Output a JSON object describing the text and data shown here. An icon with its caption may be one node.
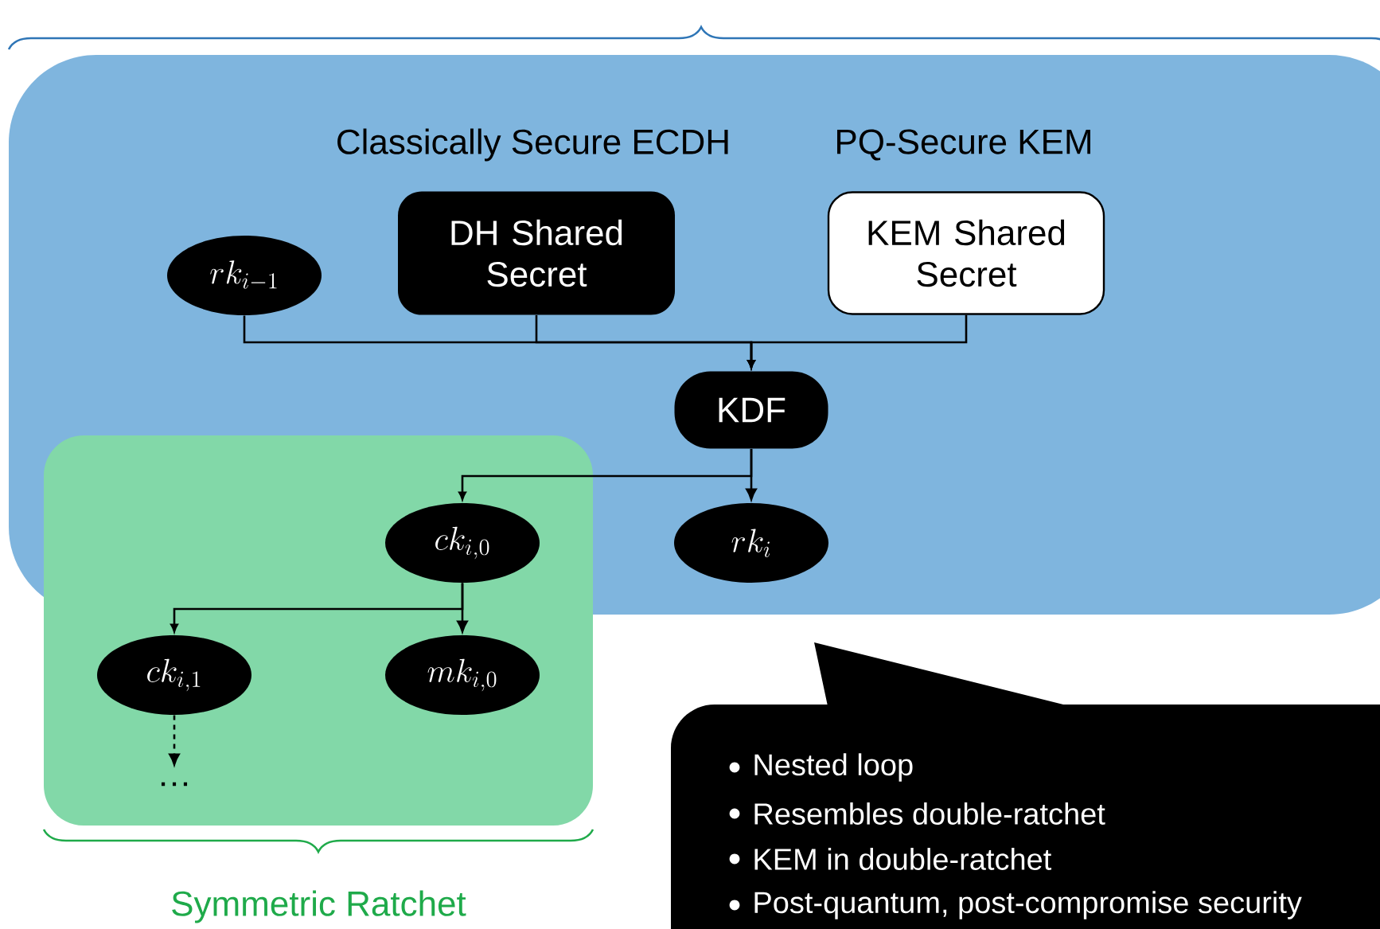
{
  "diagram": {
    "nodes": [
      {
        "text": [],
        "shape": "box"
      },
      {
        "text": [
          "rk_{i-1}"
        ],
        "in": 0
      },
      {
        "text": [
          "DH Shared Secret"
        ],
        "in": 0,
        "beside": [
          "Classically Secure ECDH"
        ]
      },
      {
        "text": [
          "KEM Shared Secret"
        ],
        "in": 0,
        "beside": [
          "PQ-Secure KEM"
        ]
      },
      {
        "text": [
          "KDF"
        ],
        "in": 0
      },
      {
        "text": [],
        "shape": "box"
      },
      {
        "text": [
          "ck_{i,0}"
        ]
      },
      {
        "text": [
          "rk_{i}"
        ],
        "in": 0
      },
      {
        "text": [
          "ck_{i,1}"
        ],
        "in": 5
      },
      {
        "text": [
          "mk_{i,0}"
        ],
        "in": 5
      },
      {
        "text": [
          "…"
        ],
        "in": 5
      },
      {
        "text": [
          "Nested loop",
          "Resembles double-ratchet",
          "KEM in double-ratchet",
          "Post-quantum, post-compromise security"
        ]
      }
    ],
    "edges": [
      {
        "from": 1,
        "to": 4,
        "arrow": "to"
      },
      {
        "from": 2,
        "to": 4,
        "arrow": "to"
      },
      {
        "from": 3,
        "to": 4,
        "arrow": "to"
      },
      {
        "from": 4,
        "to": 6,
        "arrow": "to"
      },
      {
        "from": 4,
        "to": 7,
        "arrow": "to"
      },
      {
        "from": 6,
        "to": 8,
        "arrow": "to"
      },
      {
        "from": 6,
        "to": 9,
        "arrow": "to"
      },
      {
        "from": 8,
        "to": 10,
        "arrow": "to",
        "style": "dashed"
      }
    ],
    "labels": [
      "Symmetric Ratchet"
    ]
  }
}
